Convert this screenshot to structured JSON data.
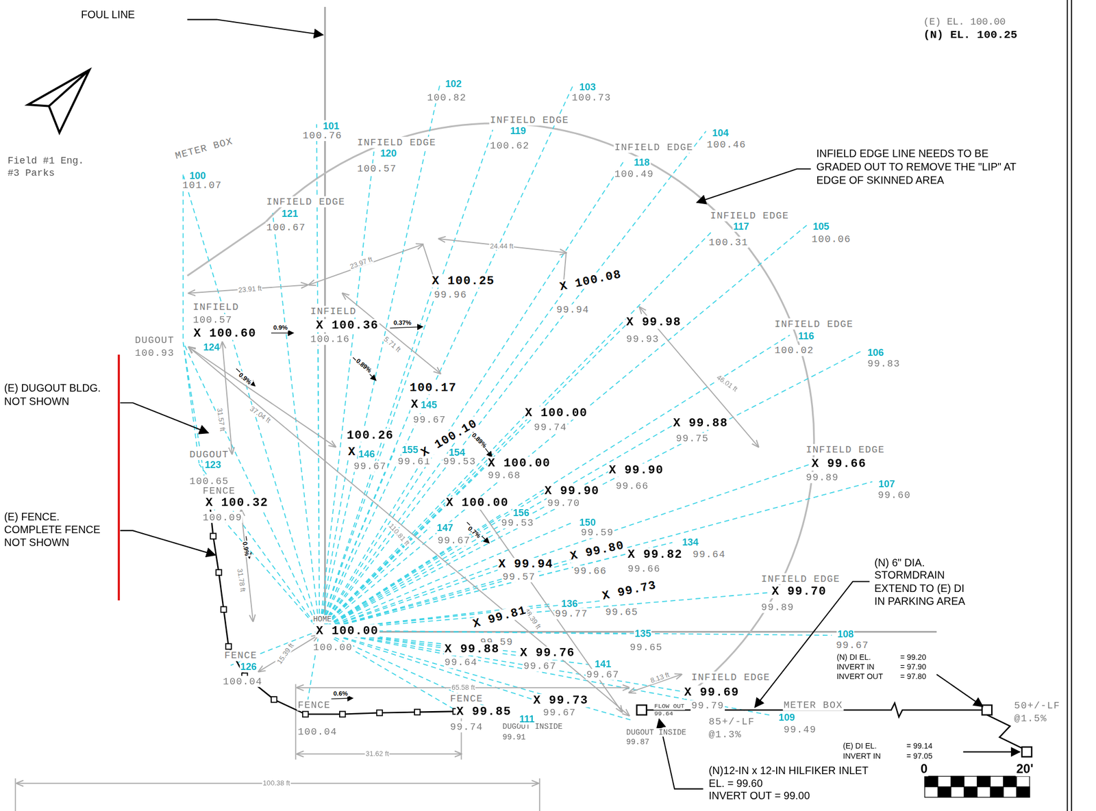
{
  "diagram": {
    "labels": [
      "FOUL LINE",
      "Field #1 Eng.",
      "#3 Parks",
      "(E) EL. 100.00",
      "(N) EL. 100.25",
      "INFIELD EDGE LINE NEEDS TO BE",
      "GRADED OUT TO REMOVE THE \"LIP\" AT",
      "EDGE OF SKINNED AREA",
      "(E) DUGOUT BLDG.",
      "NOT SHOWN",
      "(E) FENCE.",
      "COMPLETE FENCE",
      "NOT SHOWN",
      "(N) 6\" DIA.",
      "STORMDRAIN",
      "EXTEND TO (E) DI",
      "IN PARKING AREA",
      "(N)12-IN x 12-IN HILFIKER INLET",
      "EL. = 99.60",
      "INVERT OUT = 99.00",
      "(N) DI EL.",
      "= 99.20",
      "INVERT IN",
      "= 97.90",
      "INVERT OUT",
      "= 97.80",
      "(E) DI EL.",
      "= 99.14",
      "INVERT IN",
      "= 97.05",
      "50+/-LF",
      "@1.5%",
      "85+/-LF",
      "@1.3%",
      "FLOW OUT",
      "99.64",
      "DUGOUT INSIDE",
      "99.87",
      "DUGOUT INSIDE",
      "99.91",
      "METER BOX",
      "109",
      "99.49",
      "0",
      "20'",
      "100.38 ft",
      "31.62 ft",
      "65.58 ft",
      "15.39 ft",
      "23.91 ft",
      "23.97 ft",
      "24.44 ft",
      "37.04 ft",
      "31.57 ft",
      "31.78 ft",
      "110.81 ft",
      "46.01 ft",
      "8.13 ft",
      "5.71 ft",
      "48.39 ft",
      "0.9%",
      "0.37%",
      "0.89%",
      "0.9%",
      "0.89%",
      "0.9%",
      "0.7%",
      "0.6%",
      "METER BOX",
      "100",
      "101.07",
      "101",
      "100.76",
      "102",
      "100.82",
      "103",
      "100.73",
      "104",
      "100.46",
      "105",
      "100.06",
      "106",
      "99.83",
      "107",
      "99.60",
      "108",
      "99.67",
      "INFIELD EDGE",
      "121",
      "100.67",
      "INFIELD EDGE",
      "120",
      "100.57",
      "INFIELD EDGE",
      "119",
      "100.62",
      "INFIELD EDGE",
      "118",
      "100.49",
      "INFIELD EDGE",
      "117",
      "100.31",
      "INFIELD EDGE",
      "116",
      "100.02",
      "INFIELD EDGE",
      "X 99.66",
      "99.89",
      "INFIELD EDGE",
      "X 99.70",
      "99.89",
      "INFIELD EDGE",
      "X 99.69",
      "99.79",
      "INFIELD",
      "100.57",
      "X 100.60",
      "124",
      "DUGOUT",
      "100.93",
      "INFIELD",
      "X 100.36",
      "100.16",
      "DUGOUT",
      "123",
      "100.65",
      "FENCE",
      "X 100.32",
      "100.09",
      "FENCE",
      "126",
      "100.04",
      "FENCE",
      "100.04",
      "FENCE",
      "X 99.85",
      "99.74",
      "HOME",
      "X 100.00",
      "100.00",
      "X 100.25",
      "99.96",
      "X 100.08",
      "99.94",
      "X 99.98",
      "99.93",
      "100.17",
      "X",
      "145",
      "99.67",
      "X 100.00",
      "99.74",
      "X 99.88",
      "99.75",
      "100.26",
      "X",
      "146",
      "99.67",
      "155",
      "99.61",
      "X 100.10",
      "154",
      "99.53",
      "X 100.00",
      "99.68",
      "X 99.90",
      "99.66",
      "X 99.90",
      "99.70",
      "X 100.00",
      "156",
      "99.53",
      "147",
      "99.67",
      "150",
      "99.59",
      "134",
      "99.64",
      "X 99.94",
      "99.57",
      "X 99.80",
      "99.66",
      "X 99.82",
      "99.66",
      "X 99.73",
      "99.65",
      "136",
      "99.77",
      "X 99.81",
      "99.59",
      "X 99.88",
      "99.64",
      "X 99.76",
      "99.67",
      "135",
      "99.65",
      "141",
      "99.67",
      "X 99.73",
      "99.67",
      "111"
    ]
  }
}
